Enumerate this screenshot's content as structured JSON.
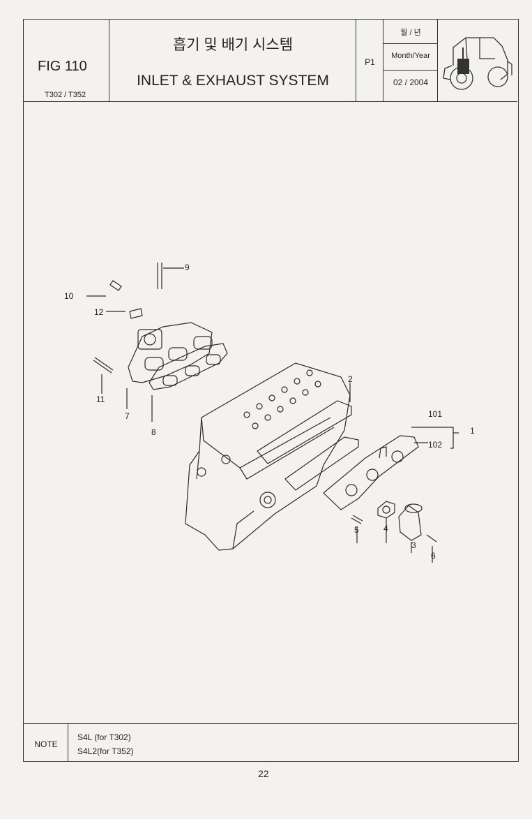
{
  "header": {
    "fig_label": "FIG 110",
    "models": "T302 / T352",
    "title_korean": "흡기 및 배기 시스템",
    "title_english": "INLET & EXHAUST SYSTEM",
    "page_code": "P1",
    "month_year_korean": "월 / 년",
    "month_year_label": "Month/Year",
    "date": "02 / 2004",
    "tractor_icon": "tractor-icon"
  },
  "callouts": {
    "c1": "1",
    "c2": "2",
    "c3": "3",
    "c4": "4",
    "c5": "5",
    "c6": "6",
    "c7": "7",
    "c8": "8",
    "c9": "9",
    "c10": "10",
    "c11": "11",
    "c12": "12",
    "c101": "101",
    "c102": "102"
  },
  "note": {
    "label": "NOTE",
    "line1": "S4L  (for T302)",
    "line2": "S4L2(for T352)"
  },
  "page_number": "22"
}
